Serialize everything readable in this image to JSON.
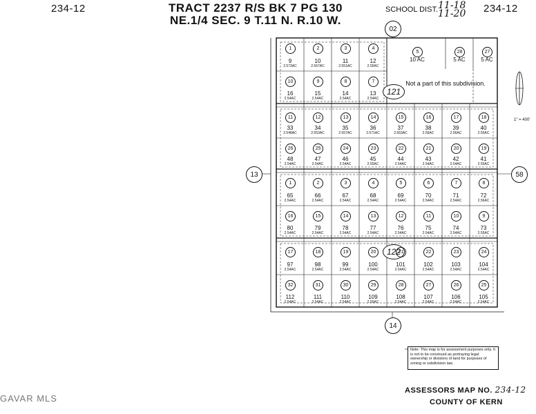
{
  "header": {
    "code_left": "234-12",
    "code_right": "234-12",
    "title_line1": "TRACT 2237 R/S BK 7 PG 130",
    "title_line2": "NE.1/4 SEC. 9 T.11 N. R.10 W.",
    "school_label": "SCHOOL DIST.",
    "school_value1": "11-18",
    "school_value2": "11-20"
  },
  "road_labels": {
    "top": "02",
    "left": "13",
    "right": "58",
    "bottom": "14"
  },
  "block_labels": {
    "upper": "121",
    "lower": "122"
  },
  "not_part_text": "Not a part of this subdivision.",
  "scale_text": "1\" = 400'",
  "note_text": "Note: This map is for assessment purposes only. It is not to be construed as portraying legal ownership or divisions of land for purposes of zoning or subdivision law.",
  "footer": {
    "assessors_label": "ASSESSORS MAP NO.",
    "map_no": "234-12",
    "county": "COUNTY OF KERN",
    "watermark": "GAVAR MLS"
  },
  "top_right_parcels": [
    {
      "circle": "5",
      "acres": "10 AC"
    },
    {
      "circle": "28",
      "acres": "5 AC"
    },
    {
      "circle": "27",
      "acres": "5 AC"
    }
  ],
  "grid_rows": [
    [
      {
        "c": "1",
        "n": "9",
        "a": "2.573AC"
      },
      {
        "c": "2",
        "n": "10",
        "a": "2.567AC"
      },
      {
        "c": "3",
        "n": "11",
        "a": "2.551AC"
      },
      {
        "c": "4",
        "n": "12",
        "a": "2.55AC"
      }
    ],
    [
      {
        "c": "10",
        "n": "16",
        "a": "2.54AC"
      },
      {
        "c": "9",
        "n": "15",
        "a": "2.54AC"
      },
      {
        "c": "8",
        "n": "14",
        "a": "2.54AC"
      },
      {
        "c": "7",
        "n": "13",
        "a": "2.54AC"
      }
    ],
    [
      {
        "c": "11",
        "n": "33",
        "a": "2.548AC"
      },
      {
        "c": "12",
        "n": "34",
        "a": "2.553AC"
      },
      {
        "c": "13",
        "n": "35",
        "a": "2.557AC"
      },
      {
        "c": "14",
        "n": "36",
        "a": "2.571AC"
      },
      {
        "c": "15",
        "n": "37",
        "a": "2.563AC"
      },
      {
        "c": "16",
        "n": "38",
        "a": "2.56AC"
      },
      {
        "c": "17",
        "n": "39",
        "a": "2.56AC"
      },
      {
        "c": "18",
        "n": "40",
        "a": "2.55AC"
      }
    ],
    [
      {
        "c": "26",
        "n": "48",
        "a": "2.54AC"
      },
      {
        "c": "25",
        "n": "47",
        "a": "2.54AC"
      },
      {
        "c": "24",
        "n": "46",
        "a": "2.54AC"
      },
      {
        "c": "23",
        "n": "45",
        "a": "2.55AC"
      },
      {
        "c": "22",
        "n": "44",
        "a": "2.54AC"
      },
      {
        "c": "21",
        "n": "43",
        "a": "2.54AC"
      },
      {
        "c": "20",
        "n": "42",
        "a": "2.54AC"
      },
      {
        "c": "19",
        "n": "41",
        "a": "2.55AC"
      }
    ],
    [
      {
        "c": "1",
        "n": "65",
        "a": "2.54AC"
      },
      {
        "c": "2",
        "n": "66",
        "a": "2.54AC"
      },
      {
        "c": "3",
        "n": "67",
        "a": "2.54AC"
      },
      {
        "c": "4",
        "n": "68",
        "a": "2.54AC"
      },
      {
        "c": "5",
        "n": "69",
        "a": "2.54AC"
      },
      {
        "c": "6",
        "n": "70",
        "a": "2.54AC"
      },
      {
        "c": "7",
        "n": "71",
        "a": "2.54AC"
      },
      {
        "c": "8",
        "n": "72",
        "a": "2.56AC"
      }
    ],
    [
      {
        "c": "16",
        "n": "80",
        "a": "2.54AC"
      },
      {
        "c": "15",
        "n": "79",
        "a": "2.54AC"
      },
      {
        "c": "14",
        "n": "78",
        "a": "2.54AC"
      },
      {
        "c": "13",
        "n": "77",
        "a": "2.54AC"
      },
      {
        "c": "12",
        "n": "76",
        "a": "2.54AC"
      },
      {
        "c": "11",
        "n": "75",
        "a": "2.54AC"
      },
      {
        "c": "10",
        "n": "74",
        "a": "2.54AC"
      },
      {
        "c": "9",
        "n": "73",
        "a": "2.55AC"
      }
    ],
    [
      {
        "c": "17",
        "n": "97",
        "a": "2.54AC"
      },
      {
        "c": "18",
        "n": "98",
        "a": "2.54AC"
      },
      {
        "c": "19",
        "n": "99",
        "a": "2.54AC"
      },
      {
        "c": "20",
        "n": "100",
        "a": "2.54AC"
      },
      {
        "c": "21",
        "n": "101",
        "a": "2.54AC"
      },
      {
        "c": "22",
        "n": "102",
        "a": "2.54AC"
      },
      {
        "c": "23",
        "n": "103",
        "a": "2.54AC"
      },
      {
        "c": "24",
        "n": "104",
        "a": "2.54AC"
      }
    ],
    [
      {
        "c": "32",
        "n": "112",
        "a": "2.54AC"
      },
      {
        "c": "31",
        "n": "111",
        "a": "2.54AC"
      },
      {
        "c": "30",
        "n": "110",
        "a": "2.54AC"
      },
      {
        "c": "29",
        "n": "109",
        "a": "2.55AC"
      },
      {
        "c": "28",
        "n": "108",
        "a": "2.54AC"
      },
      {
        "c": "27",
        "n": "107",
        "a": "2.54AC"
      },
      {
        "c": "26",
        "n": "106",
        "a": "2.54AC"
      },
      {
        "c": "25",
        "n": "105",
        "a": "2.54AC"
      }
    ]
  ]
}
